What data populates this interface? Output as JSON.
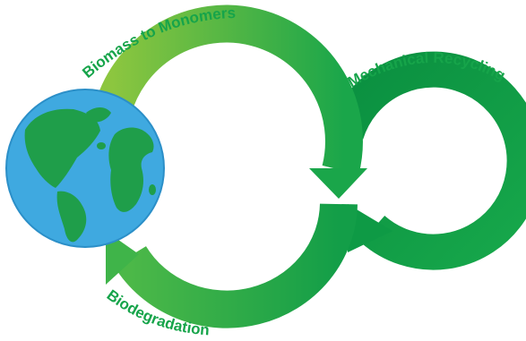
{
  "labels": {
    "biomass": "Biomass to Monomers",
    "mechanical": "Mechanical Recycling",
    "biodegradation": "Biodegradation"
  },
  "colors": {
    "label_text": "#16a44a",
    "arrow_light": "#8cc63f",
    "arrow_mid": "#3fb449",
    "arrow_dark": "#0e9a45",
    "ocean": "#3fa9e0",
    "land": "#1f9e4a"
  }
}
